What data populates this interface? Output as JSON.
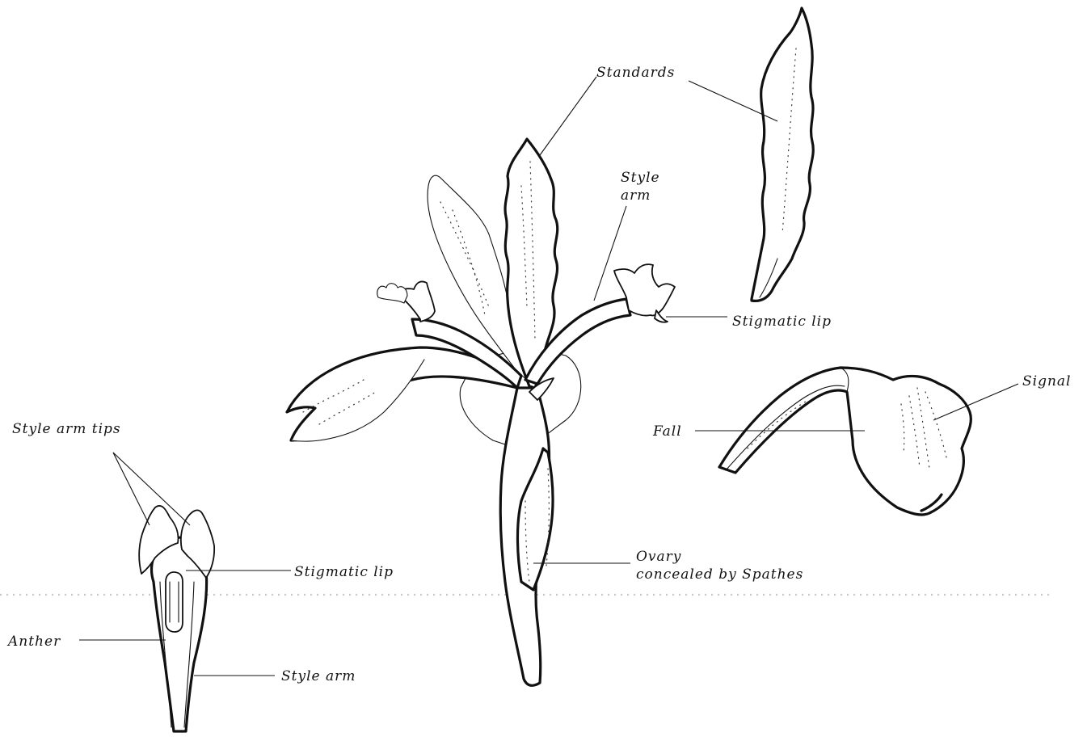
{
  "labels": {
    "standards": "Standards",
    "style_arm_top_1": "Style",
    "style_arm_top_2": "arm",
    "stigmatic_lip_top": "Stigmatic lip",
    "signal": "Signal",
    "fall": "Fall",
    "style_arm_tips": "Style arm tips",
    "stigmatic_lip_bottom": "Stigmatic lip",
    "ovary_1": "Ovary",
    "ovary_2": "concealed by Spathes",
    "anther": "Anther",
    "style_arm_bottom": "Style arm"
  }
}
